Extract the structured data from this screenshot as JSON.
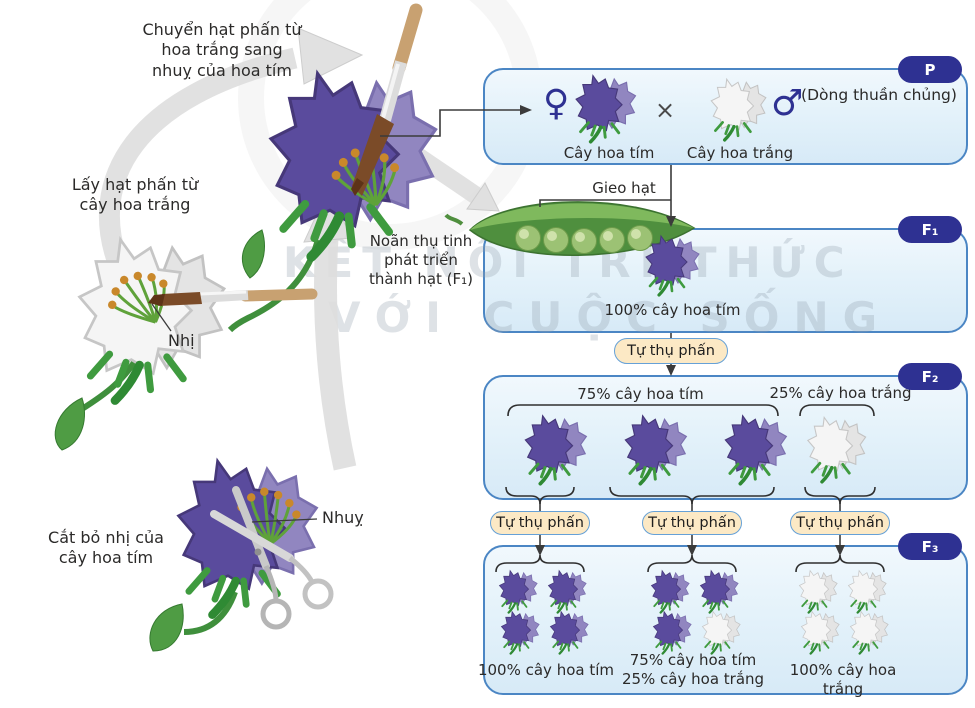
{
  "watermark": {
    "line1": "KẾT NỐI TRI THỨC",
    "line2": "VỚI CUỘC SỐNG"
  },
  "left_panel": {
    "step_transfer": "Chuyển hạt phấn từ\nhoa trắng sang\nnhuỵ của hoa tím",
    "step_take_pollen": "Lấy hạt phấn từ\ncây hoa trắng",
    "step_cut": "Cắt bỏ nhị của\ncây hoa tím",
    "stamen_label": "Nhị",
    "pistil_label": "Nhuỵ"
  },
  "crossing": {
    "generation_label": "P",
    "female_symbol": "♀",
    "male_symbol": "♂",
    "cross_symbol": "×",
    "purebred_note": "(Dòng thuần chủng)",
    "purple_label": "Cây hoa tím",
    "white_label": "Cây hoa trắng"
  },
  "sow_label": "Gieo hạt",
  "ovule_note": "Noãn thụ tinh\nphát triển\nthành hạt (F₁)",
  "self_pollination_label": "Tự thụ phấn",
  "f1": {
    "generation_label": "F₁",
    "result": "100% cây hoa tím"
  },
  "f2": {
    "generation_label": "F₂",
    "purple_pct_label": "75% cây hoa tím",
    "white_pct_label": "25% cây hoa trắng",
    "purple_count": 3,
    "white_count": 1
  },
  "f3": {
    "generation_label": "F₃",
    "groups": [
      {
        "label": "100% cây hoa tím",
        "purple": 4,
        "white": 0
      },
      {
        "label": "75% cây hoa tím\n25% cây hoa trắng",
        "purple": 3,
        "white": 1
      },
      {
        "label": "100% cây hoa trắng",
        "purple": 0,
        "white": 4
      }
    ]
  },
  "colors": {
    "box_border": "#4b86c4",
    "box_fill": "#e4f2fa",
    "badge_bg": "#2e3192",
    "pill_bg": "#fce9c5",
    "pill_border": "#66a1d7",
    "petal_purple": "#5a4b9d",
    "petal_purple_light": "#9186c0",
    "petal_white": "#f5f5f5",
    "leaf_green": "#4f9c44"
  }
}
